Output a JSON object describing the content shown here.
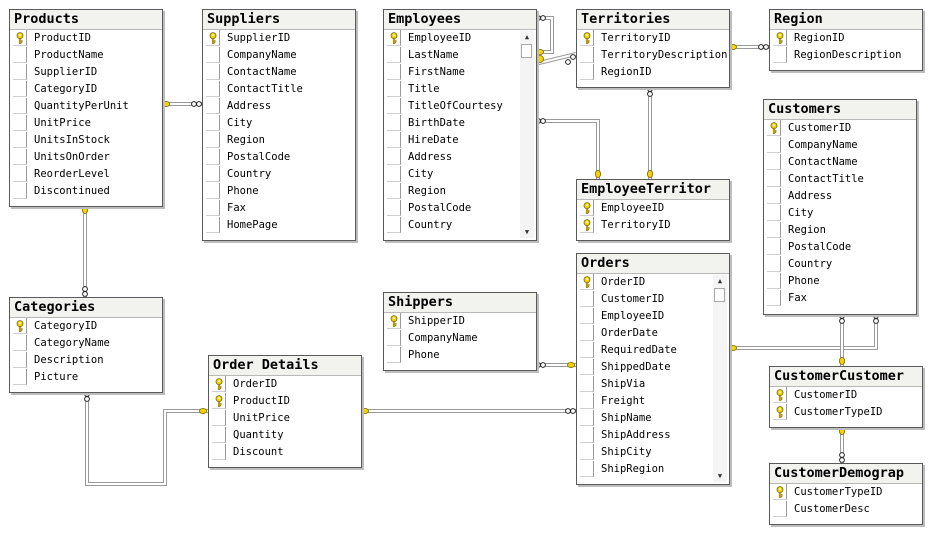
{
  "diagram": {
    "tables": [
      {
        "id": "products",
        "title": "Products",
        "columns": [
          {
            "name": "ProductID",
            "key": true
          },
          {
            "name": "ProductName",
            "key": false
          },
          {
            "name": "SupplierID",
            "key": false
          },
          {
            "name": "CategoryID",
            "key": false
          },
          {
            "name": "QuantityPerUnit",
            "key": false
          },
          {
            "name": "UnitPrice",
            "key": false
          },
          {
            "name": "UnitsInStock",
            "key": false
          },
          {
            "name": "UnitsOnOrder",
            "key": false
          },
          {
            "name": "ReorderLevel",
            "key": false
          },
          {
            "name": "Discontinued",
            "key": false
          }
        ]
      },
      {
        "id": "suppliers",
        "title": "Suppliers",
        "columns": [
          {
            "name": "SupplierID",
            "key": true
          },
          {
            "name": "CompanyName",
            "key": false
          },
          {
            "name": "ContactName",
            "key": false
          },
          {
            "name": "ContactTitle",
            "key": false
          },
          {
            "name": "Address",
            "key": false
          },
          {
            "name": "City",
            "key": false
          },
          {
            "name": "Region",
            "key": false
          },
          {
            "name": "PostalCode",
            "key": false
          },
          {
            "name": "Country",
            "key": false
          },
          {
            "name": "Phone",
            "key": false
          },
          {
            "name": "Fax",
            "key": false
          },
          {
            "name": "HomePage",
            "key": false
          }
        ]
      },
      {
        "id": "employees",
        "title": "Employees",
        "scrollbar": true,
        "columns": [
          {
            "name": "EmployeeID",
            "key": true
          },
          {
            "name": "LastName",
            "key": false
          },
          {
            "name": "FirstName",
            "key": false
          },
          {
            "name": "Title",
            "key": false
          },
          {
            "name": "TitleOfCourtesy",
            "key": false
          },
          {
            "name": "BirthDate",
            "key": false
          },
          {
            "name": "HireDate",
            "key": false
          },
          {
            "name": "Address",
            "key": false
          },
          {
            "name": "City",
            "key": false
          },
          {
            "name": "Region",
            "key": false
          },
          {
            "name": "PostalCode",
            "key": false
          },
          {
            "name": "Country",
            "key": false
          }
        ]
      },
      {
        "id": "territories",
        "title": "Territories",
        "columns": [
          {
            "name": "TerritoryID",
            "key": true
          },
          {
            "name": "TerritoryDescription",
            "key": false
          },
          {
            "name": "RegionID",
            "key": false
          }
        ]
      },
      {
        "id": "region",
        "title": "Region",
        "columns": [
          {
            "name": "RegionID",
            "key": true
          },
          {
            "name": "RegionDescription",
            "key": false
          }
        ]
      },
      {
        "id": "customers",
        "title": "Customers",
        "columns": [
          {
            "name": "CustomerID",
            "key": true
          },
          {
            "name": "CompanyName",
            "key": false
          },
          {
            "name": "ContactName",
            "key": false
          },
          {
            "name": "ContactTitle",
            "key": false
          },
          {
            "name": "Address",
            "key": false
          },
          {
            "name": "City",
            "key": false
          },
          {
            "name": "Region",
            "key": false
          },
          {
            "name": "PostalCode",
            "key": false
          },
          {
            "name": "Country",
            "key": false
          },
          {
            "name": "Phone",
            "key": false
          },
          {
            "name": "Fax",
            "key": false
          }
        ]
      },
      {
        "id": "employeeterritories",
        "title": "EmployeeTerritor",
        "columns": [
          {
            "name": "EmployeeID",
            "key": true
          },
          {
            "name": "TerritoryID",
            "key": true
          }
        ]
      },
      {
        "id": "orders",
        "title": "Orders",
        "scrollbar": true,
        "columns": [
          {
            "name": "OrderID",
            "key": true
          },
          {
            "name": "CustomerID",
            "key": false
          },
          {
            "name": "EmployeeID",
            "key": false
          },
          {
            "name": "OrderDate",
            "key": false
          },
          {
            "name": "RequiredDate",
            "key": false
          },
          {
            "name": "ShippedDate",
            "key": false
          },
          {
            "name": "ShipVia",
            "key": false
          },
          {
            "name": "Freight",
            "key": false
          },
          {
            "name": "ShipName",
            "key": false
          },
          {
            "name": "ShipAddress",
            "key": false
          },
          {
            "name": "ShipCity",
            "key": false
          },
          {
            "name": "ShipRegion",
            "key": false
          }
        ]
      },
      {
        "id": "categories",
        "title": "Categories",
        "columns": [
          {
            "name": "CategoryID",
            "key": true
          },
          {
            "name": "CategoryName",
            "key": false
          },
          {
            "name": "Description",
            "key": false
          },
          {
            "name": "Picture",
            "key": false
          }
        ]
      },
      {
        "id": "shippers",
        "title": "Shippers",
        "columns": [
          {
            "name": "ShipperID",
            "key": true
          },
          {
            "name": "CompanyName",
            "key": false
          },
          {
            "name": "Phone",
            "key": false
          }
        ]
      },
      {
        "id": "orderdetails",
        "title": "Order Details",
        "columns": [
          {
            "name": "OrderID",
            "key": true
          },
          {
            "name": "ProductID",
            "key": true
          },
          {
            "name": "UnitPrice",
            "key": false
          },
          {
            "name": "Quantity",
            "key": false
          },
          {
            "name": "Discount",
            "key": false
          }
        ]
      },
      {
        "id": "customercustomer",
        "title": "CustomerCustomer",
        "columns": [
          {
            "name": "CustomerID",
            "key": true
          },
          {
            "name": "CustomerTypeID",
            "key": true
          }
        ]
      },
      {
        "id": "customerdemographics",
        "title": "CustomerDemograp",
        "columns": [
          {
            "name": "CustomerTypeID",
            "key": true
          },
          {
            "name": "CustomerDesc",
            "key": false
          }
        ]
      }
    ],
    "relationships": [
      {
        "from": "suppliers",
        "to": "products"
      },
      {
        "from": "categories",
        "to": "products"
      },
      {
        "from": "products",
        "to": "orderdetails"
      },
      {
        "from": "orders",
        "to": "orderdetails"
      },
      {
        "from": "employees",
        "to": "employees"
      },
      {
        "from": "territories",
        "to": "employees"
      },
      {
        "from": "region",
        "to": "territories"
      },
      {
        "from": "employees",
        "to": "employeeterritories"
      },
      {
        "from": "territories",
        "to": "employeeterritories"
      },
      {
        "from": "shippers",
        "to": "orders"
      },
      {
        "from": "customers",
        "to": "orders"
      },
      {
        "from": "customers",
        "to": "customercustomer"
      },
      {
        "from": "customerdemographics",
        "to": "customercustomer"
      }
    ],
    "colors": {
      "key_icon": "#f5d400",
      "connector": "#9a9a9a",
      "border": "#5a5a5a",
      "title_bg": "#f2f2ee"
    }
  }
}
